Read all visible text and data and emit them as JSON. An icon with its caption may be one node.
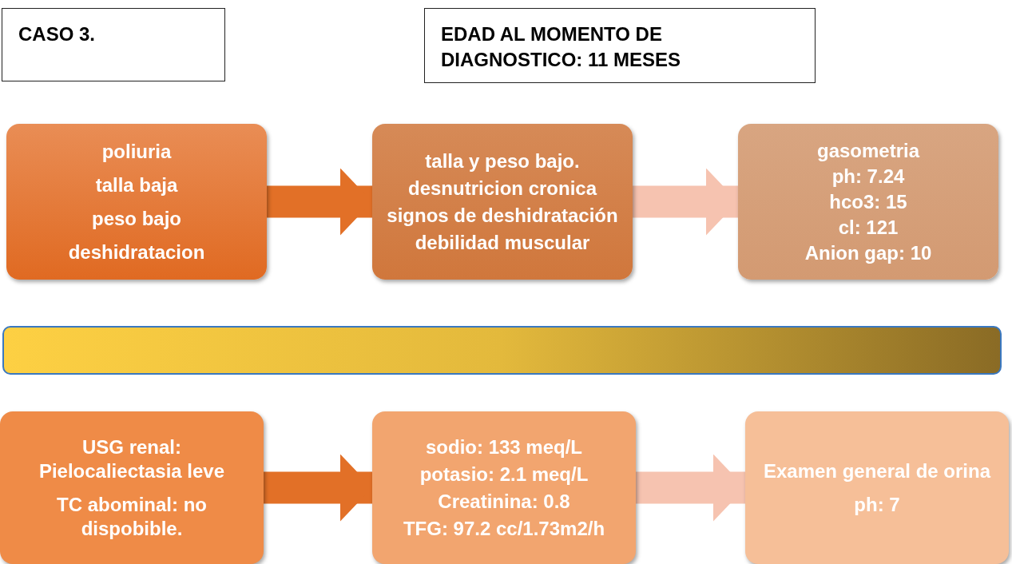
{
  "diagram": {
    "nodes": [
      {
        "text": [
          "CASO 3."
        ]
      },
      {
        "text": [
          "EDAD AL MOMENTO DE DIAGNOSTICO: 11 MESES"
        ]
      },
      {
        "text": [
          "poliuria",
          "talla baja",
          "peso bajo",
          "deshidratacion"
        ]
      },
      {
        "text": [
          "talla y peso bajo.",
          "desnutricion cronica",
          "signos de deshidratación",
          "debilidad muscular"
        ]
      },
      {
        "text": [
          "gasometria",
          "ph: 7.24",
          "hco3: 15",
          "cl: 121",
          "Anion gap: 10"
        ]
      },
      {
        "text": [],
        "shape": "bar"
      },
      {
        "text": [
          "USG renal: Pielocaliectasia leve",
          "TC abominal: no dispobible."
        ]
      },
      {
        "text": [
          "sodio: 133 meq/L",
          "potasio: 2.1 meq/L",
          "Creatinina: 0.8",
          "TFG: 97.2 cc/1.73m2/h"
        ]
      },
      {
        "text": [
          "Examen general de orina",
          "ph: 7"
        ]
      }
    ],
    "edges": [
      {
        "from": 2,
        "to": 3,
        "arrow": "to",
        "color": "#e27027"
      },
      {
        "from": 3,
        "to": 4,
        "arrow": "to",
        "color": "#f6c3b0"
      },
      {
        "from": 6,
        "to": 7,
        "arrow": "to",
        "color": "#e27027"
      },
      {
        "from": 7,
        "to": 8,
        "arrow": "to",
        "color": "#f6c3b0"
      }
    ]
  }
}
